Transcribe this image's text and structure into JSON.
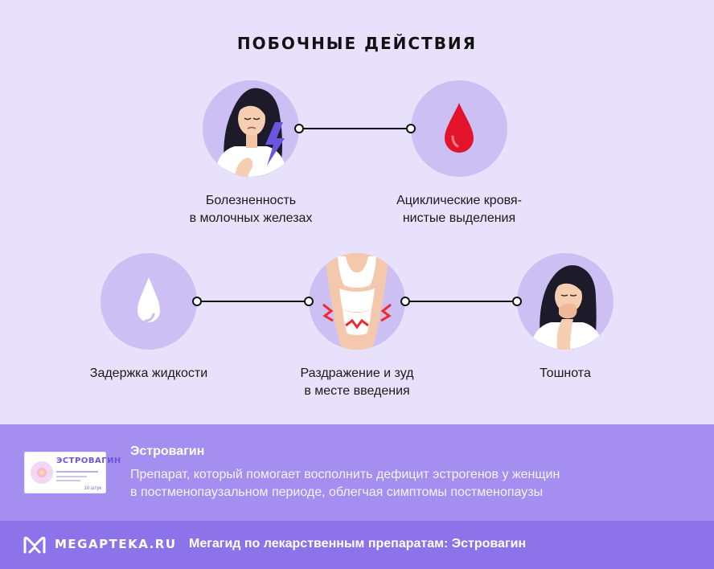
{
  "header": {
    "title": "ПОБОЧНЫЕ ДЕЙСТВИЯ"
  },
  "side_effects": [
    {
      "line1": "Болезненность",
      "line2": "в молочных железах",
      "icon": "woman-chest-pain-icon"
    },
    {
      "line1": "Ациклические кровя-",
      "line2": "нистые выделения",
      "icon": "blood-drop-icon"
    },
    {
      "line1": "Задержка жидкости",
      "line2": "",
      "icon": "water-drop-icon"
    },
    {
      "line1": "Раздражение и зуд",
      "line2": "в месте введения",
      "icon": "body-irritation-icon"
    },
    {
      "line1": "Тошнота",
      "line2": "",
      "icon": "woman-nausea-icon"
    }
  ],
  "product": {
    "name": "Эстровагин",
    "description_line1": "Препарат, который помогает восполнить дефицит эстрогенов у женщин",
    "description_line2": "в постменопаузальном периоде, облегчая симптомы постменопаузы",
    "box_label": "ЭСТРОВАГИН",
    "box_count": "10 штук"
  },
  "footer": {
    "brand": "MEGAPTEKA.RU",
    "tagline": "Мегагид по лекарственным препаратам: Эстровагин"
  },
  "colors": {
    "background": "#e7e1fb",
    "circle": "#cbbff3",
    "info_bar": "#a48ef0",
    "footer_bar": "#8d73ea",
    "blood": "#e3132b"
  }
}
